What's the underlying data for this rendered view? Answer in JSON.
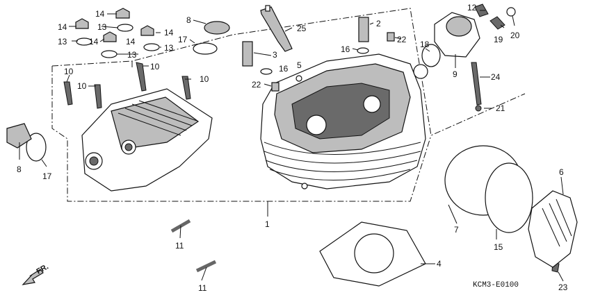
{
  "diagram": {
    "diagram_code": "KCM3-E0100",
    "direction_label": "FR.",
    "callouts": [
      {
        "key": "14a",
        "text": "14"
      },
      {
        "key": "14b",
        "text": "14"
      },
      {
        "key": "13a",
        "text": "13"
      },
      {
        "key": "14c",
        "text": "14"
      },
      {
        "key": "13b",
        "text": "13"
      },
      {
        "key": "14d",
        "text": "14"
      },
      {
        "key": "14e",
        "text": "14"
      },
      {
        "key": "13c",
        "text": "13"
      },
      {
        "key": "13d",
        "text": "13"
      },
      {
        "key": "13e",
        "text": "13"
      },
      {
        "key": "8a",
        "text": "8"
      },
      {
        "key": "17a",
        "text": "17"
      },
      {
        "key": "25",
        "text": "25"
      },
      {
        "key": "2",
        "text": "2"
      },
      {
        "key": "22a",
        "text": "22"
      },
      {
        "key": "16a",
        "text": "16"
      },
      {
        "key": "3",
        "text": "3"
      },
      {
        "key": "16b",
        "text": "16"
      },
      {
        "key": "5",
        "text": "5"
      },
      {
        "key": "22b",
        "text": "22"
      },
      {
        "key": "10a",
        "text": "10"
      },
      {
        "key": "10b",
        "text": "10"
      },
      {
        "key": "10c",
        "text": "10"
      },
      {
        "key": "10d",
        "text": "10"
      },
      {
        "key": "12",
        "text": "12"
      },
      {
        "key": "19",
        "text": "19"
      },
      {
        "key": "20",
        "text": "20"
      },
      {
        "key": "18",
        "text": "18"
      },
      {
        "key": "9",
        "text": "9"
      },
      {
        "key": "24",
        "text": "24"
      },
      {
        "key": "21",
        "text": "21"
      },
      {
        "key": "8b",
        "text": "8"
      },
      {
        "key": "17b",
        "text": "17"
      },
      {
        "key": "1",
        "text": "1"
      },
      {
        "key": "11a",
        "text": "11"
      },
      {
        "key": "11b",
        "text": "11"
      },
      {
        "key": "7",
        "text": "7"
      },
      {
        "key": "15",
        "text": "15"
      },
      {
        "key": "6",
        "text": "6"
      },
      {
        "key": "4",
        "text": "4"
      },
      {
        "key": "23",
        "text": "23"
      }
    ]
  }
}
